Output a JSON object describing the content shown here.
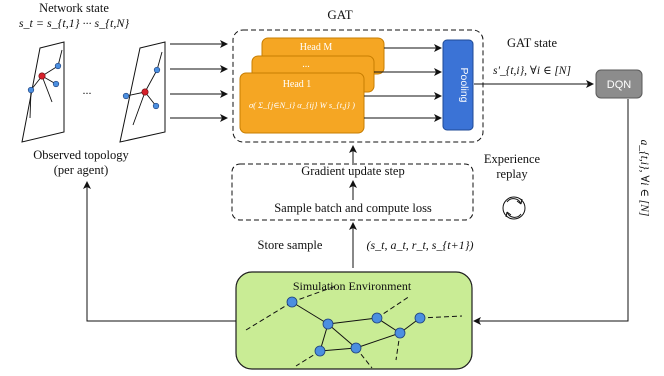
{
  "title": "GAT",
  "network_state": {
    "label": "Network state",
    "formula": "s_t = s_{t,1} ··· s_{t,N}"
  },
  "topology": {
    "ellipsis": "...",
    "caption_line1": "Observed topology",
    "caption_line2": "(per agent)"
  },
  "heads": {
    "head_m": "Head M",
    "middle": "...",
    "head_1": "Head 1",
    "formula": "σ( Σ_{j∈N_i} α_{ij} W s_{t,j} )"
  },
  "pooling_label": "Pooling",
  "gat_state": {
    "label": "GAT state",
    "formula": "s'_{t,i}, ∀i ∈ [N]"
  },
  "dqn_label": "DQN",
  "action_formula": "a_{t,i}, ∀i ∈ [N]",
  "training": {
    "gradient_step": "Gradient update step",
    "sample_batch": "Sample batch and compute loss"
  },
  "experience_replay": {
    "line1": "Experience",
    "line2": "replay"
  },
  "store_sample": {
    "label": "Store sample",
    "tuple": "(s_t, a_t, r_t, s_{t+1})"
  },
  "environment": {
    "title": "Simulation Environment"
  },
  "colors": {
    "head_fill": "#f5a623",
    "head_stroke": "#c77d00",
    "pooling_fill": "#3b73d6",
    "dqn_fill": "#8c8c8c",
    "env_fill": "#c9ec95",
    "env_stroke": "#1e1e1e",
    "node_blue": "#4b8fe0",
    "node_red": "#d6202a"
  }
}
